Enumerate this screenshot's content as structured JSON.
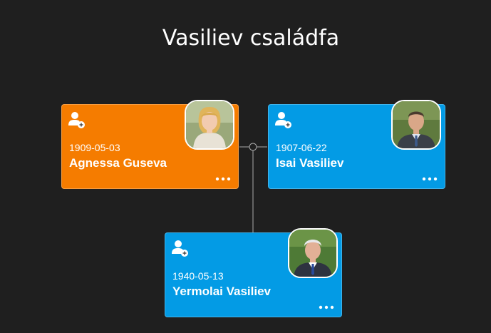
{
  "title": "Vasiliev családfa",
  "colors": {
    "background": "#1f1f1f",
    "female": "#f57c00",
    "male": "#039be5",
    "connector": "#aaaaaa"
  },
  "people": [
    {
      "gender": "female",
      "date": "1909-05-03",
      "name": "Agnessa Guseva",
      "add_icon": "add-person-icon",
      "menu_icon": "more-dots-icon"
    },
    {
      "gender": "male",
      "date": "1907-06-22",
      "name": "Isai Vasiliev",
      "add_icon": "add-person-icon",
      "menu_icon": "more-dots-icon"
    },
    {
      "gender": "male",
      "date": "1940-05-13",
      "name": "Yermolai Vasiliev",
      "add_icon": "add-person-icon",
      "menu_icon": "more-dots-icon"
    }
  ]
}
